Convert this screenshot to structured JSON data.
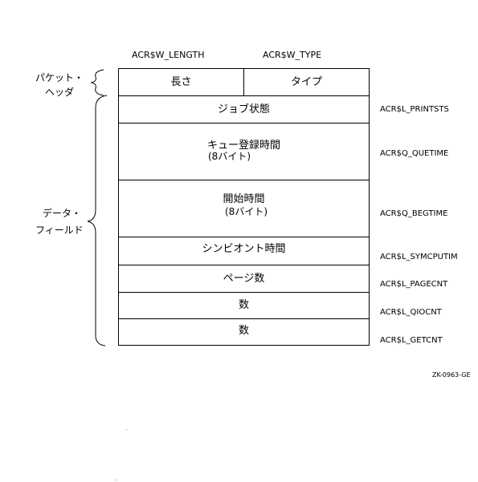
{
  "column_headers": {
    "length": "ACR$W_LENGTH",
    "type": "ACR$W_TYPE"
  },
  "side_labels": {
    "packet_header_line1": "パケット・",
    "packet_header_line2": "ヘッダ",
    "data_field_line1": "データ・",
    "data_field_line2": "フィールド"
  },
  "header_row": {
    "length": "長さ",
    "type": "タイプ"
  },
  "fields": [
    {
      "label": "ジョブ状態",
      "sub": "",
      "name": "ACR$L_PRINTSTS"
    },
    {
      "label": "キュー登録時間",
      "sub": "(8バイト)",
      "name": "ACR$Q_QUETIME"
    },
    {
      "label": "開始時間",
      "sub": "(8バイト)",
      "name": "ACR$Q_BEGTIME"
    },
    {
      "label": "シンビオント時間",
      "sub": "",
      "name": "ACR$L_SYMCPUTIM"
    },
    {
      "label": "ページ数",
      "sub": "",
      "name": "ACR$L_PAGECNT"
    },
    {
      "label": "数",
      "sub": "",
      "name": "ACR$L_QIOCNT"
    },
    {
      "label": "数",
      "sub": "",
      "name": "ACR$L_GETCNT"
    }
  ],
  "figure_code": "ZK-0963-GE"
}
